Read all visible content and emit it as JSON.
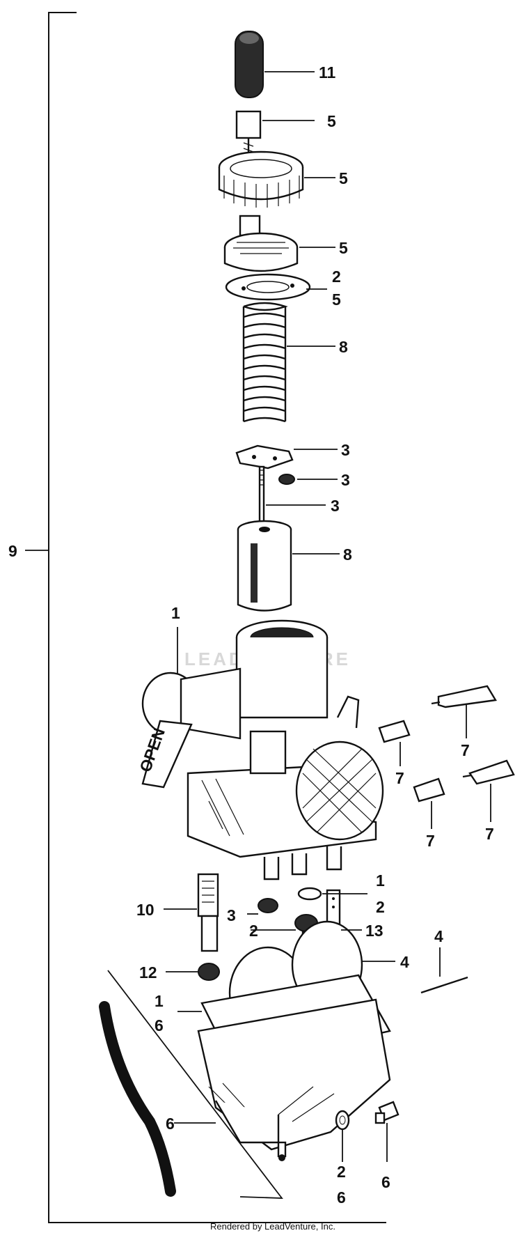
{
  "watermark": "LEADVENTURE",
  "footer": "Rendered by LeadVenture, Inc.",
  "callouts": {
    "c11": "11",
    "c5a": "5",
    "c5b": "5",
    "c5c": "5",
    "c25_top": "2",
    "c25_bot": "5",
    "c8a": "8",
    "c3a": "3",
    "c3b": "3",
    "c3c": "3",
    "c8b": "8",
    "c9": "9",
    "c1": "1",
    "c7a": "7",
    "c7b": "7",
    "c7c": "7",
    "c7d": "7",
    "c12_top": "1",
    "c12_bot": "2",
    "c10": "10",
    "c3d": "3",
    "c2": "2",
    "c13": "13",
    "c4a": "4",
    "c4b": "4",
    "c12": "12",
    "c16_top": "1",
    "c16_bot": "6",
    "c6a": "6",
    "c26_top": "2",
    "c26_bot": "6",
    "c6b": "6"
  },
  "labels": {
    "lever_text": "OPEN"
  }
}
